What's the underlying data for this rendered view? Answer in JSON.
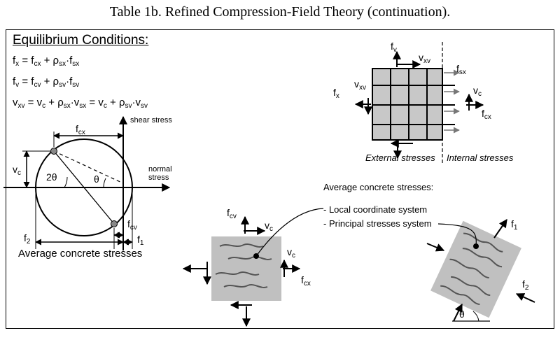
{
  "caption": "Table 1b. Refined Compression-Field Theory (continuation).",
  "equilibrium": {
    "title": "Equilibrium Conditions:",
    "eq1": "fx = fcx + ρsx·fsx",
    "eq2": "fv = fcv + ρsv·fsv",
    "eq3": "vxv = vc + ρsx·vsx = vc + ρsv·vsv"
  },
  "mohr": {
    "shear_axis": "shear stress",
    "normal_axis": "normal stress",
    "angle_2theta": "2θ",
    "angle_theta": "θ",
    "label_fcx": "fcx",
    "label_vc": "vc",
    "label_fcv": "fcv",
    "label_f1": "f1",
    "label_f2": "f2",
    "caption": "Average concrete stresses"
  },
  "element": {
    "fv": "fv",
    "vxv_top": "vxv",
    "fsx": "fsx",
    "fx": "fx",
    "vxv_left": "vxv",
    "vc": "vc",
    "fcx": "fcx",
    "external": "External stresses",
    "internal": "Internal stresses"
  },
  "avg": {
    "heading": "Average concrete stresses:",
    "local": "- Local coordinate system",
    "principal": "- Principal stresses system",
    "fcv": "fcv",
    "vc_top": "vc",
    "vc_right": "vc",
    "fcx": "fcx",
    "f1": "f1",
    "f2": "f2",
    "theta": "θ"
  }
}
